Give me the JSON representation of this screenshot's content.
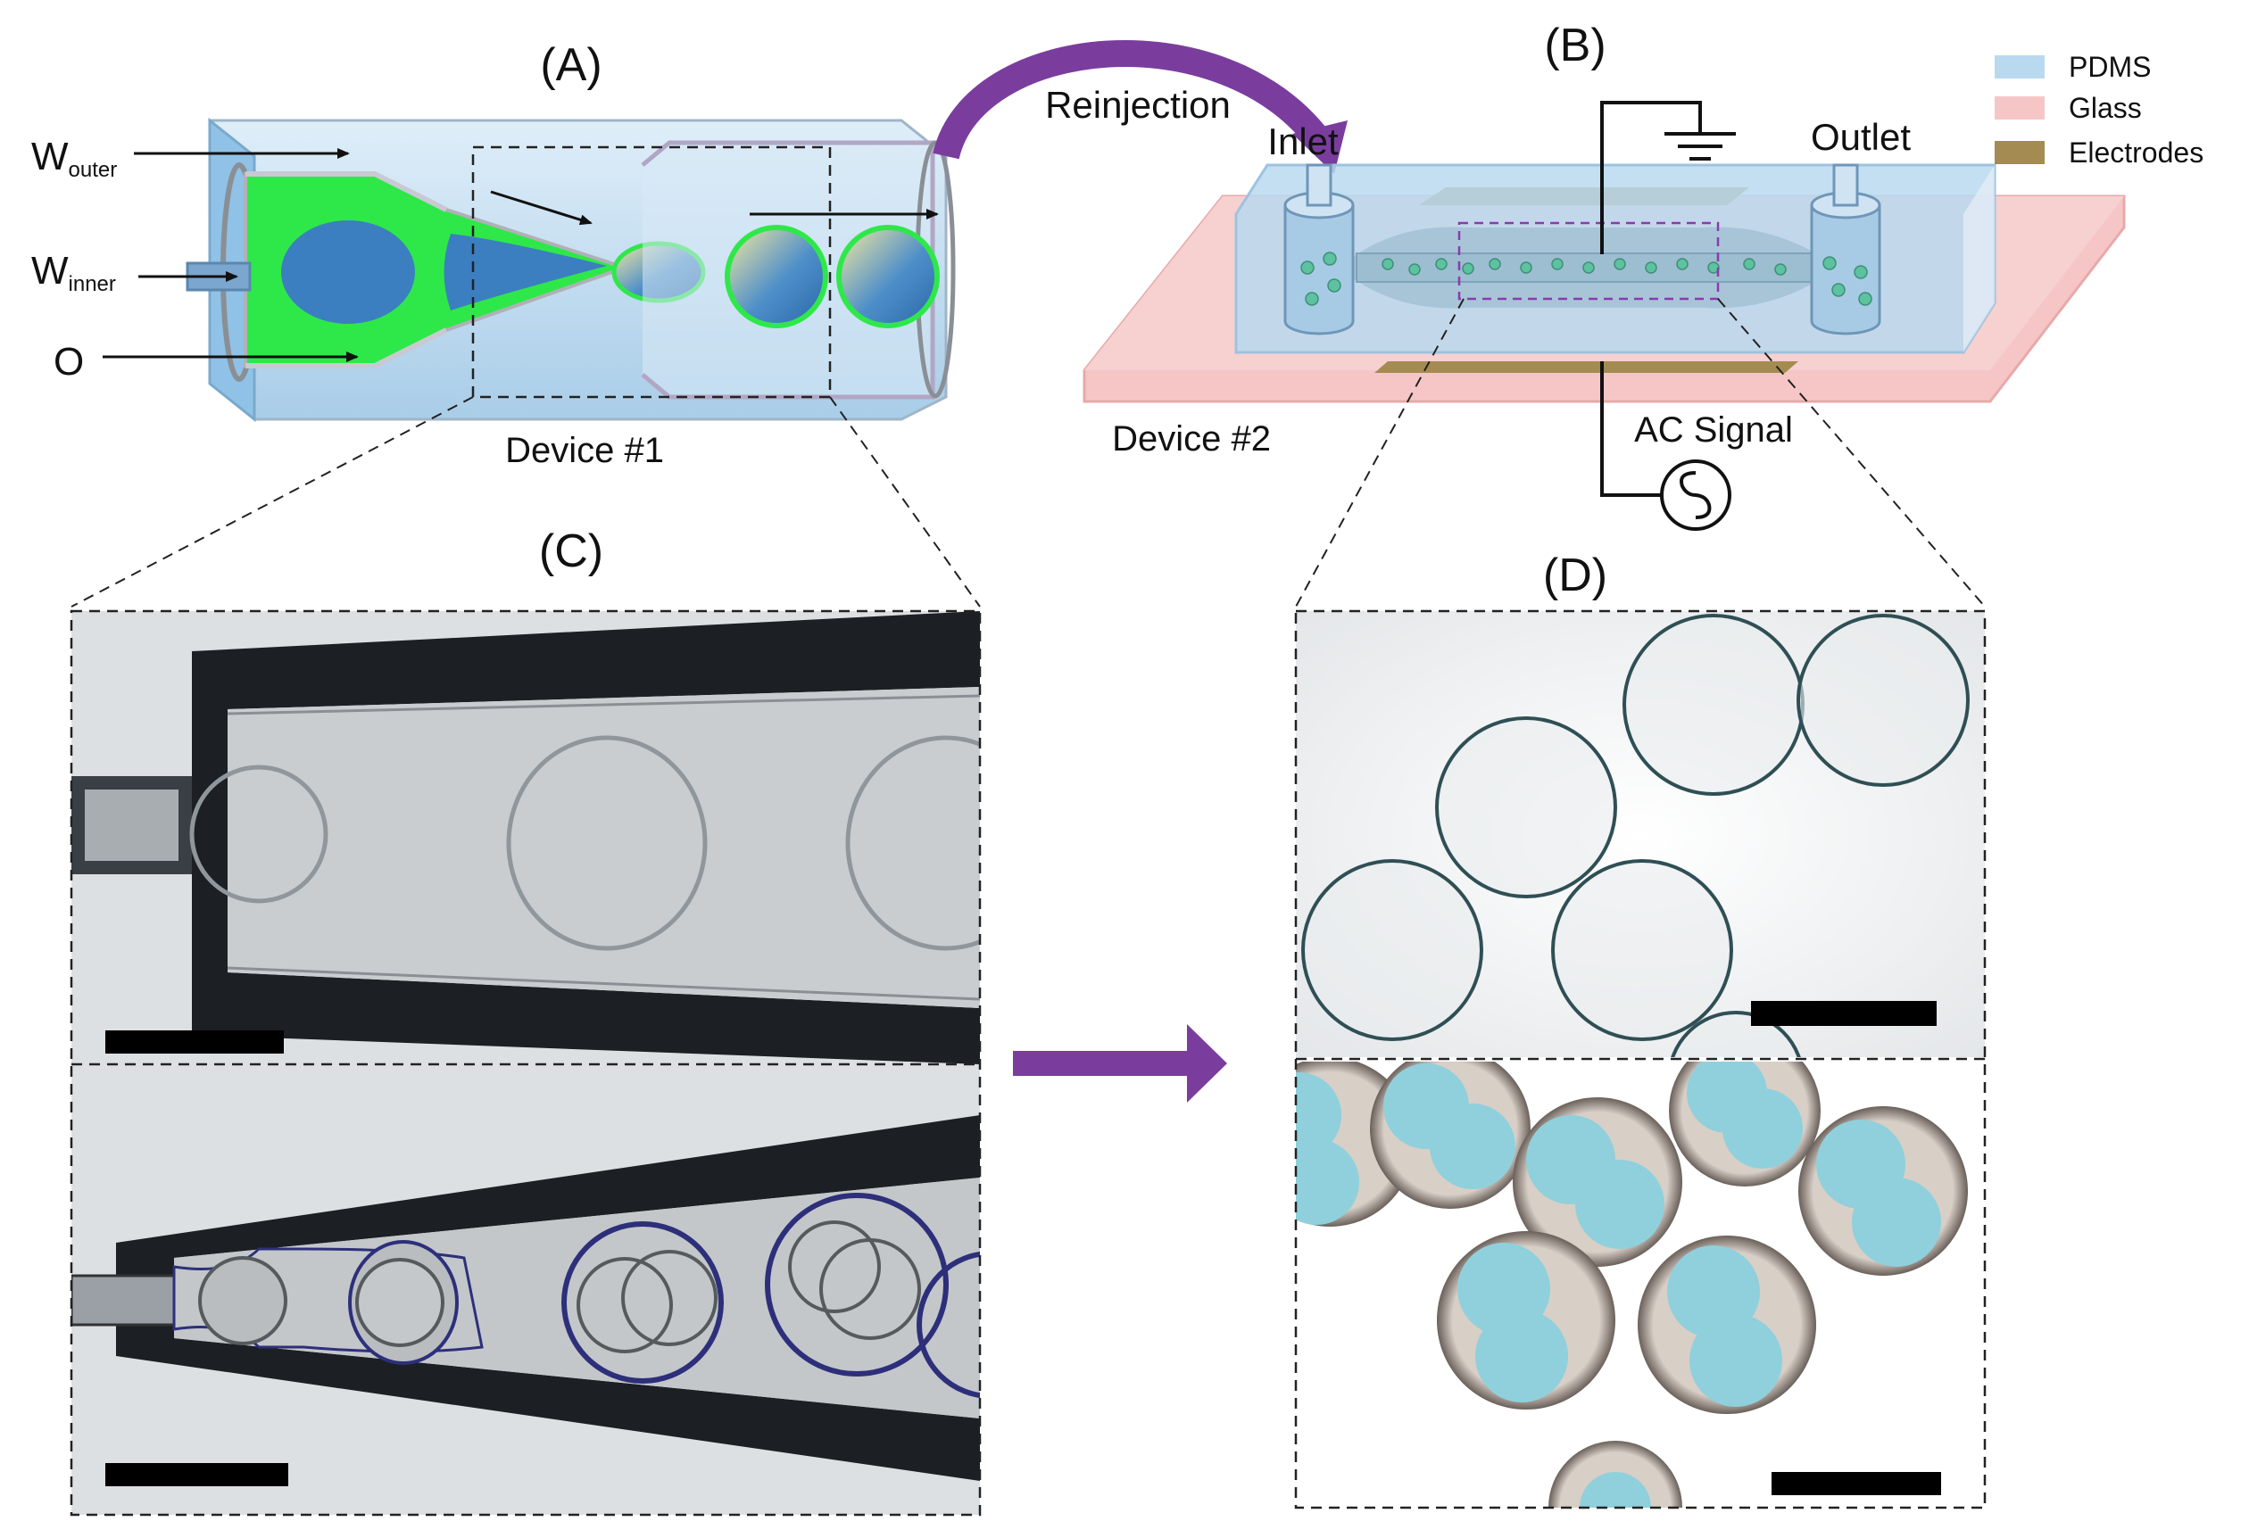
{
  "panels": {
    "a": {
      "label": "(A)",
      "inputs": {
        "w_outer": {
          "base": "W",
          "sub": "outer"
        },
        "w_inner": {
          "base": "W",
          "sub": "inner"
        },
        "oil": "O"
      },
      "caption": "Device #1"
    },
    "b": {
      "label": "(B)",
      "inlet": "Inlet",
      "outlet": "Outlet",
      "caption": "Device #2",
      "signal": "AC Signal"
    },
    "c": {
      "label": "(C)"
    },
    "d": {
      "label": "(D)"
    }
  },
  "transfer_label": "Reinjection",
  "legend": [
    {
      "label": "PDMS",
      "color": "#b9d9ef"
    },
    {
      "label": "Glass",
      "color": "#f6c6c6"
    },
    {
      "label": "Electrodes",
      "color": "#a48b52"
    }
  ],
  "colors": {
    "accent_purple": "#7a3d9e",
    "oil_green": "#2ee84a",
    "droplet_blue": "#3b7fc0",
    "capillary_dark": "#1c1f24",
    "brightfield": "#dde0e2",
    "cyan_core": "#8fd0dc"
  },
  "icons": [
    "ground-icon",
    "ac-source-icon"
  ]
}
